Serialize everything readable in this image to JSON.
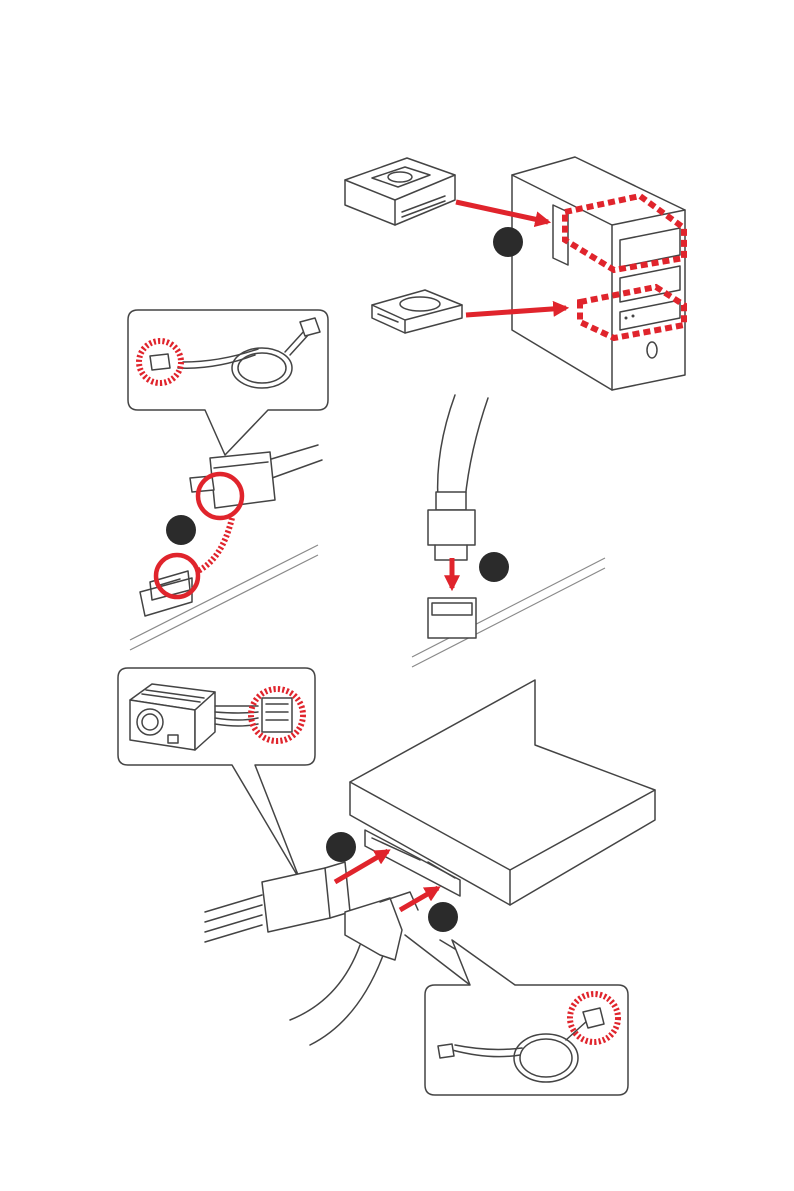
{
  "colors": {
    "accent": "#e0242c",
    "marker": "#2b2b2b",
    "line": "#444444",
    "background": "#ffffff"
  },
  "steps": [
    {
      "id": "mount-drives"
    },
    {
      "id": "connect-sata-to-drive"
    },
    {
      "id": "connect-sata-to-motherboard"
    },
    {
      "id": "connect-power-cable"
    },
    {
      "id": "connect-data-cable"
    }
  ],
  "icons": [
    "optical-drive-icon",
    "hard-drive-icon",
    "pc-case-icon",
    "sata-cable-icon",
    "sata-port-icon",
    "power-supply-icon",
    "power-connector-icon"
  ]
}
